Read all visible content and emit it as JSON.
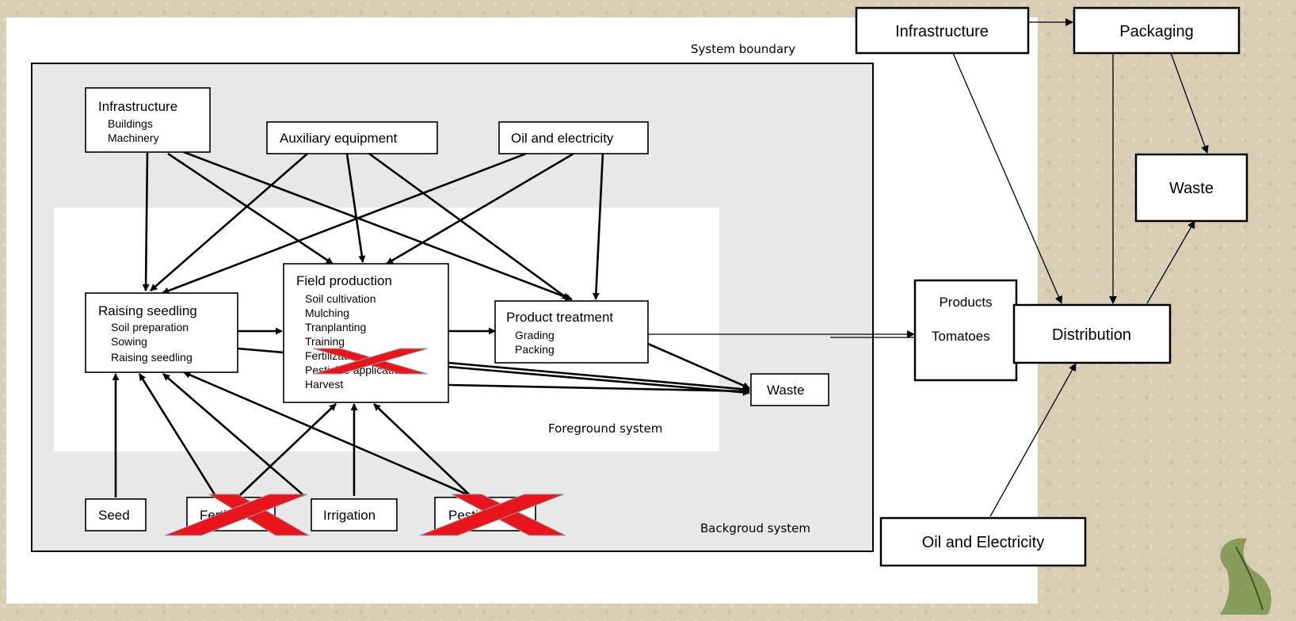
{
  "labels": {
    "system_boundary": "System boundary",
    "foreground_system": "Foreground system",
    "background_system": "Backgroud system"
  },
  "left_nodes": {
    "infrastructure": {
      "title": "Infrastructure",
      "items": [
        "Buildings",
        "Machinery"
      ]
    },
    "auxiliary": {
      "title": "Auxiliary equipment"
    },
    "oil": {
      "title": "Oil and electricity"
    },
    "raising": {
      "title": "Raising seedling",
      "items": [
        "Soil preparation",
        "Sowing",
        "Raising  seedling"
      ]
    },
    "field": {
      "title": "Field production",
      "items": [
        "Soil cultivation",
        "Mulching",
        "Tranplanting",
        "Training",
        "Fertilization",
        "Pesticide application",
        "Harvest"
      ]
    },
    "treatment": {
      "title": "Product treatment",
      "items": [
        "Grading",
        "Packing"
      ]
    },
    "waste": {
      "title": "Waste"
    },
    "seed": {
      "title": "Seed"
    },
    "fertilizer": {
      "title": "Fertilizer"
    },
    "irrigation": {
      "title": "Irrigation"
    },
    "pesticide": {
      "title": "Pesticide"
    }
  },
  "right_nodes": {
    "infrastructure": "Infrastructure",
    "packaging": "Packaging",
    "waste": "Waste",
    "products": "Products",
    "tomatoes": "Tomatoes",
    "distribution": "Distribution",
    "oil": "Oil and Electricity"
  },
  "crossed_out": [
    "Fertilizer",
    "Pesticide",
    "Fertilization",
    "Pesticide application"
  ],
  "colors": {
    "cross": "#e8161c",
    "background": "#d9ceb3",
    "inner_panel": "#e8e8e8"
  }
}
